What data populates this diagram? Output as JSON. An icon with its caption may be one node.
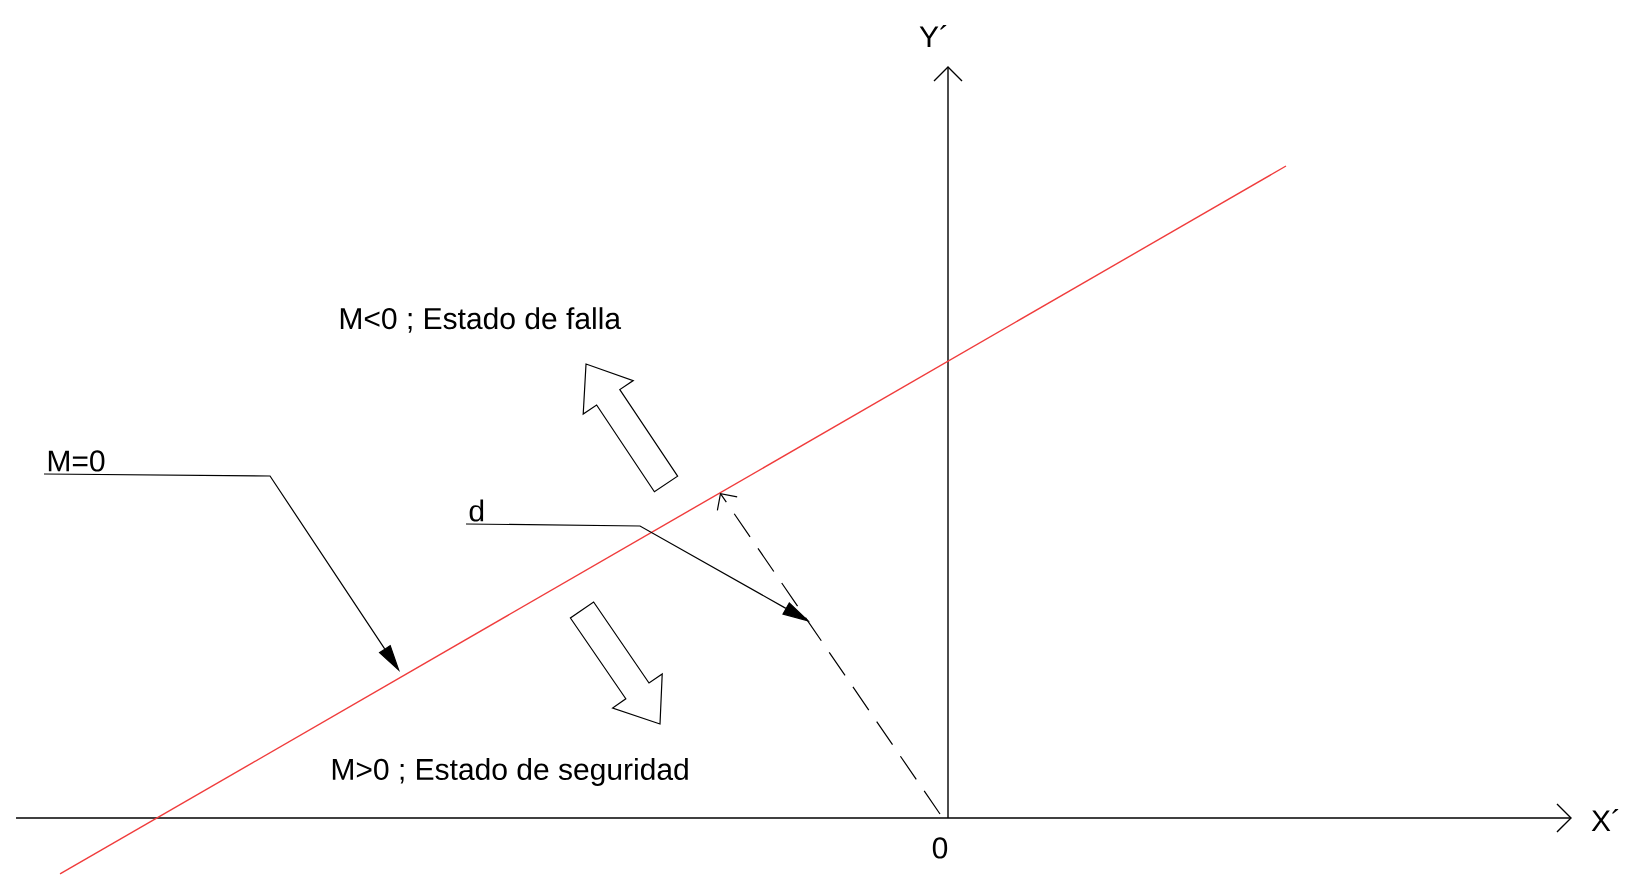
{
  "diagram": {
    "nodes": [
      {
        "text": [
          "M=0"
        ]
      },
      {
        "text": [
          "d"
        ]
      }
    ],
    "edges": [
      {
        "from": 0,
        "to": null,
        "arrow": "to"
      },
      {
        "from": 1,
        "to": null,
        "arrow": "to"
      }
    ],
    "labels": [
      "Y´",
      "M<0 ; Estado de falla",
      "M>0 ; Estado de seguridad",
      "0",
      "X´"
    ]
  }
}
